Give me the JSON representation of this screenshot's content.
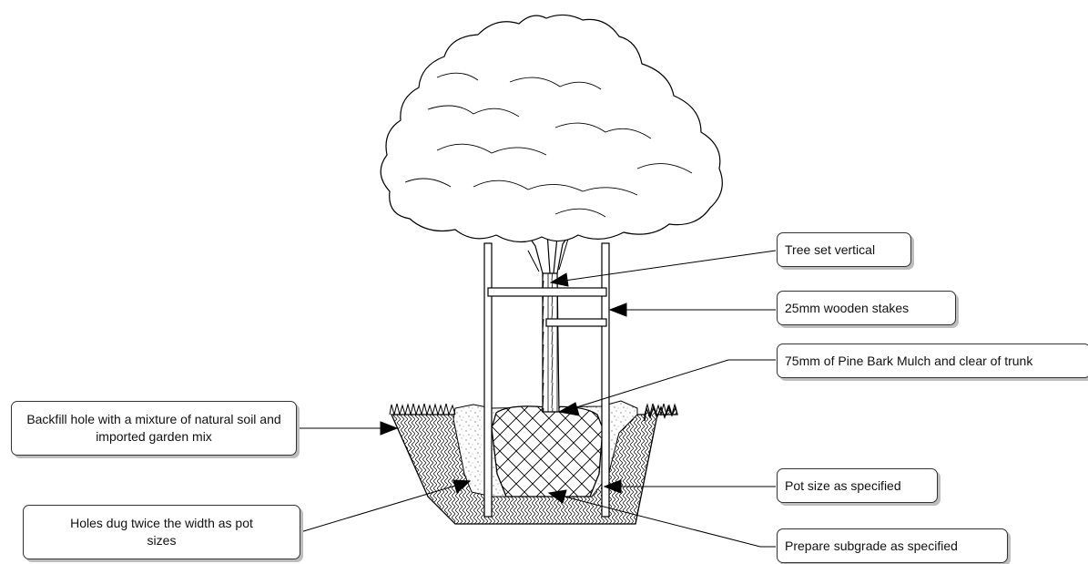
{
  "diagram": {
    "labels": {
      "tree_vertical": "Tree set vertical",
      "stakes": "25mm wooden stakes",
      "mulch": "75mm of Pine Bark Mulch and clear of trunk",
      "pot_size": "Pot size as specified",
      "subgrade": "Prepare subgrade as specified",
      "backfill": "Backfill hole with a mixture of natural soil and imported garden mix",
      "holes": "Holes dug twice the width as pot sizes"
    },
    "colors": {
      "line": "#000000",
      "label_border": "#333333",
      "label_shadow": "#bdbdbd",
      "soil_fill": "#ffffff"
    }
  }
}
